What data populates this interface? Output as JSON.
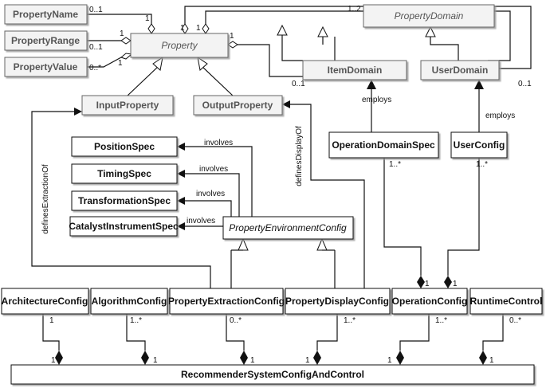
{
  "classes": {
    "property_name": "PropertyName",
    "property_range": "PropertyRange",
    "property_value": "PropertyValue",
    "property": "Property",
    "property_domain": "PropertyDomain",
    "item_domain": "ItemDomain",
    "user_domain": "UserDomain",
    "input_property": "InputProperty",
    "output_property": "OutputProperty",
    "operation_domain_spec": "OperationDomainSpec",
    "user_config": "UserConfig",
    "position_spec": "PositionSpec",
    "timing_spec": "TimingSpec",
    "transformation_spec": "TransformationSpec",
    "catalyst_instrument_spec": "CatalystInstrumentSpec",
    "property_environment_config": "PropertyEnvironmentConfig",
    "architecture_config": "ArchitectureConfig",
    "algorithm_config": "AlgorithmConfig",
    "property_extraction_config": "PropertyExtractionConfig",
    "property_display_config": "PropertyDisplayConfig",
    "operation_config": "OperationConfig",
    "runtime_control": "RuntimeControl",
    "recommender_system": "RecommenderSystemConfigAndControl"
  },
  "labels": {
    "employs_item": "employs",
    "employs_user": "employs",
    "involves_position": "involves",
    "involves_timing": "involves",
    "involves_transformation": "involves",
    "involves_catalyst": "involves",
    "defines_extraction": "definesExtractionOf",
    "defines_display": "definesDisplayOf"
  },
  "mult": {
    "m1": "0..1",
    "m2": "1",
    "m3": "0..1",
    "m4": "1",
    "m5": "0..*",
    "m6": "1",
    "m7": "1",
    "m8": "1",
    "m9": "1",
    "m10": "1..2",
    "m11": "0..1",
    "m12": "0..1",
    "m13": "1..*",
    "m14": "1..*",
    "m15": "1",
    "m16": "1",
    "m17": "1",
    "m18": "1..*",
    "m19": "0..*",
    "m20": "1..*",
    "m21": "1..*",
    "m22": "0..*",
    "m23": "1",
    "m24": "1",
    "m25": "1",
    "m26": "1",
    "m27": "1",
    "m28": "1"
  }
}
